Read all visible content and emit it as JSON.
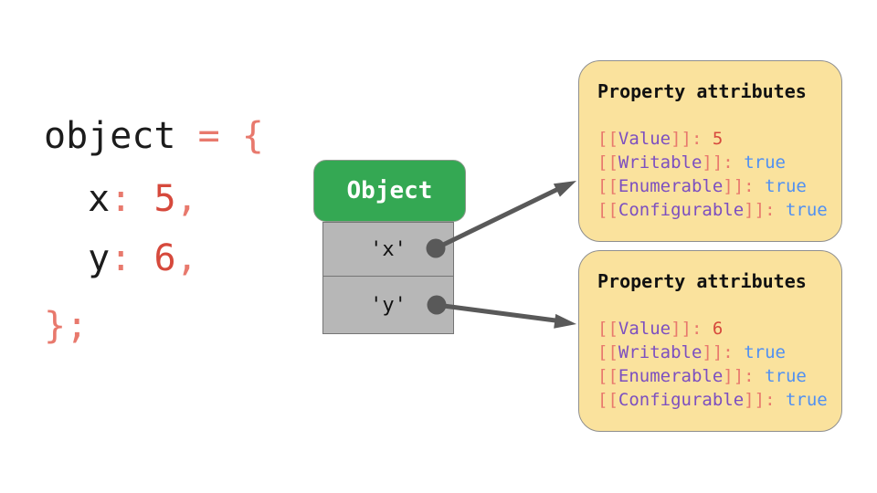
{
  "colors": {
    "background": "#ffffff",
    "object_header_green": "#34a853",
    "cell_gray": "#b7b7b7",
    "arrow_gray": "#595959",
    "attr_box_yellow": "#fae29d",
    "code_black": "#1c1c1c",
    "punctuation_salmon": "#e8796d",
    "number_red": "#d6493c",
    "property_purple": "#7c4fc0",
    "boolean_blue": "#5090f2"
  },
  "code_block": {
    "lines": [
      {
        "tokens": [
          {
            "t": "object",
            "c": "plain"
          },
          {
            "t": " = ",
            "c": "punct"
          },
          {
            "t": "{",
            "c": "punct"
          }
        ]
      },
      {
        "tokens": [
          {
            "t": "  x",
            "c": "plain"
          },
          {
            "t": ":",
            "c": "punct"
          },
          {
            "t": " ",
            "c": "plain"
          },
          {
            "t": "5",
            "c": "num"
          },
          {
            "t": ",",
            "c": "punct"
          }
        ]
      },
      {
        "tokens": [
          {
            "t": "  y",
            "c": "plain"
          },
          {
            "t": ":",
            "c": "punct"
          },
          {
            "t": " ",
            "c": "plain"
          },
          {
            "t": "6",
            "c": "num"
          },
          {
            "t": ",",
            "c": "punct"
          }
        ]
      },
      {
        "tokens": [
          {
            "t": "};",
            "c": "punct"
          }
        ]
      }
    ]
  },
  "object_structure": {
    "header_label": "Object",
    "cells": [
      {
        "label": "'x'"
      },
      {
        "label": "'y'"
      }
    ]
  },
  "attribute_boxes": [
    {
      "title": "Property attributes",
      "lines": [
        {
          "tokens": [
            {
              "t": "[[",
              "c": "punct"
            },
            {
              "t": "Value",
              "c": "name"
            },
            {
              "t": "]]",
              "c": "punct"
            },
            {
              "t": ": ",
              "c": "punct"
            },
            {
              "t": "5",
              "c": "num"
            }
          ]
        },
        {
          "tokens": [
            {
              "t": "[[",
              "c": "punct"
            },
            {
              "t": "Writable",
              "c": "name"
            },
            {
              "t": "]]",
              "c": "punct"
            },
            {
              "t": ": ",
              "c": "punct"
            },
            {
              "t": "true",
              "c": "bool"
            }
          ]
        },
        {
          "tokens": [
            {
              "t": "[[",
              "c": "punct"
            },
            {
              "t": "Enumerable",
              "c": "name"
            },
            {
              "t": "]]",
              "c": "punct"
            },
            {
              "t": ": ",
              "c": "punct"
            },
            {
              "t": "true",
              "c": "bool"
            }
          ]
        },
        {
          "tokens": [
            {
              "t": "[[",
              "c": "punct"
            },
            {
              "t": "Configurable",
              "c": "name"
            },
            {
              "t": "]]",
              "c": "punct"
            },
            {
              "t": ": ",
              "c": "punct"
            },
            {
              "t": "true",
              "c": "bool"
            }
          ]
        }
      ]
    },
    {
      "title": "Property attributes",
      "lines": [
        {
          "tokens": [
            {
              "t": "[[",
              "c": "punct"
            },
            {
              "t": "Value",
              "c": "name"
            },
            {
              "t": "]]",
              "c": "punct"
            },
            {
              "t": ": ",
              "c": "punct"
            },
            {
              "t": "6",
              "c": "num"
            }
          ]
        },
        {
          "tokens": [
            {
              "t": "[[",
              "c": "punct"
            },
            {
              "t": "Writable",
              "c": "name"
            },
            {
              "t": "]]",
              "c": "punct"
            },
            {
              "t": ": ",
              "c": "punct"
            },
            {
              "t": "true",
              "c": "bool"
            }
          ]
        },
        {
          "tokens": [
            {
              "t": "[[",
              "c": "punct"
            },
            {
              "t": "Enumerable",
              "c": "name"
            },
            {
              "t": "]]",
              "c": "punct"
            },
            {
              "t": ": ",
              "c": "punct"
            },
            {
              "t": "true",
              "c": "bool"
            }
          ]
        },
        {
          "tokens": [
            {
              "t": "[[",
              "c": "punct"
            },
            {
              "t": "Configurable",
              "c": "name"
            },
            {
              "t": "]]",
              "c": "punct"
            },
            {
              "t": ": ",
              "c": "punct"
            },
            {
              "t": "true",
              "c": "bool"
            }
          ]
        }
      ]
    }
  ]
}
